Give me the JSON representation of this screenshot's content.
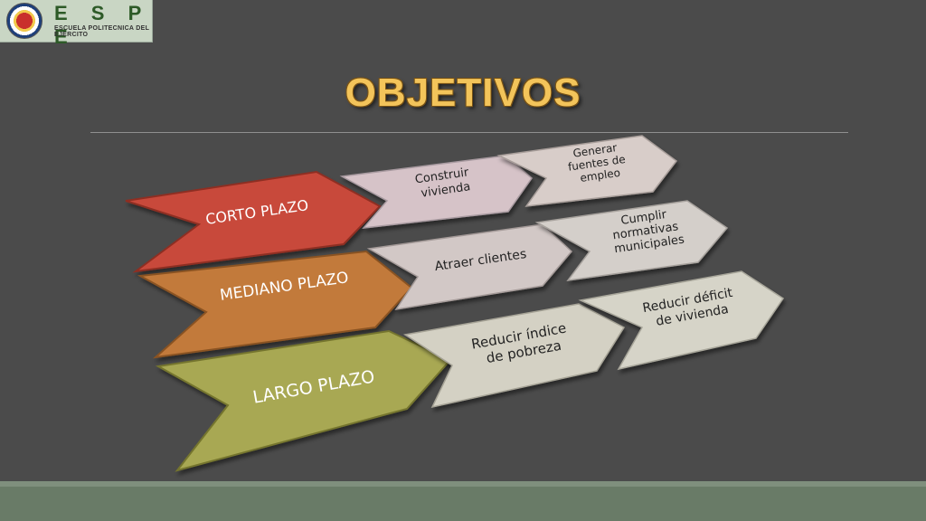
{
  "header": {
    "logo_letters": "E S P E",
    "logo_subtitle": "ESCUELA POLITECNICA DEL EJERCITO"
  },
  "title": "OBJETIVOS",
  "rows": [
    {
      "label": "CORTO PLAZO",
      "color": "#c84a3a",
      "items": [
        [
          "Construir",
          "vivienda"
        ],
        [
          "Generar",
          "fuentes de",
          "empleo"
        ]
      ]
    },
    {
      "label": "MEDIANO PLAZO",
      "color": "#c27a3a",
      "items": [
        [
          "Atraer clientes"
        ],
        [
          "Cumplir",
          "normativas",
          "municipales"
        ]
      ]
    },
    {
      "label": "LARGO PLAZO",
      "color": "#a8a852",
      "items": [
        [
          "Reducir índice",
          "de pobreza"
        ],
        [
          "Reducir déficit",
          "de vivienda"
        ]
      ]
    }
  ],
  "colors": {
    "background": "#4b4b4b",
    "title": "#f3c45a",
    "item_row1": "#d6c3c8",
    "item_row2": "#d2c8c6",
    "item_row3": "#d4d1c4",
    "footer": "#697b67"
  }
}
